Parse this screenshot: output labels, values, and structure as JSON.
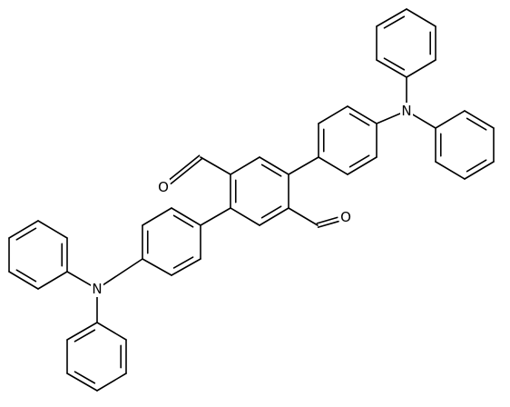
{
  "atoms": [
    {
      "id": "n_top",
      "symbol": "N"
    },
    {
      "id": "n_left",
      "symbol": "N"
    },
    {
      "id": "o_top",
      "symbol": "O"
    },
    {
      "id": "o_right",
      "symbol": "O"
    }
  ],
  "colors": {
    "bond": "#000000",
    "background": "#ffffff"
  }
}
